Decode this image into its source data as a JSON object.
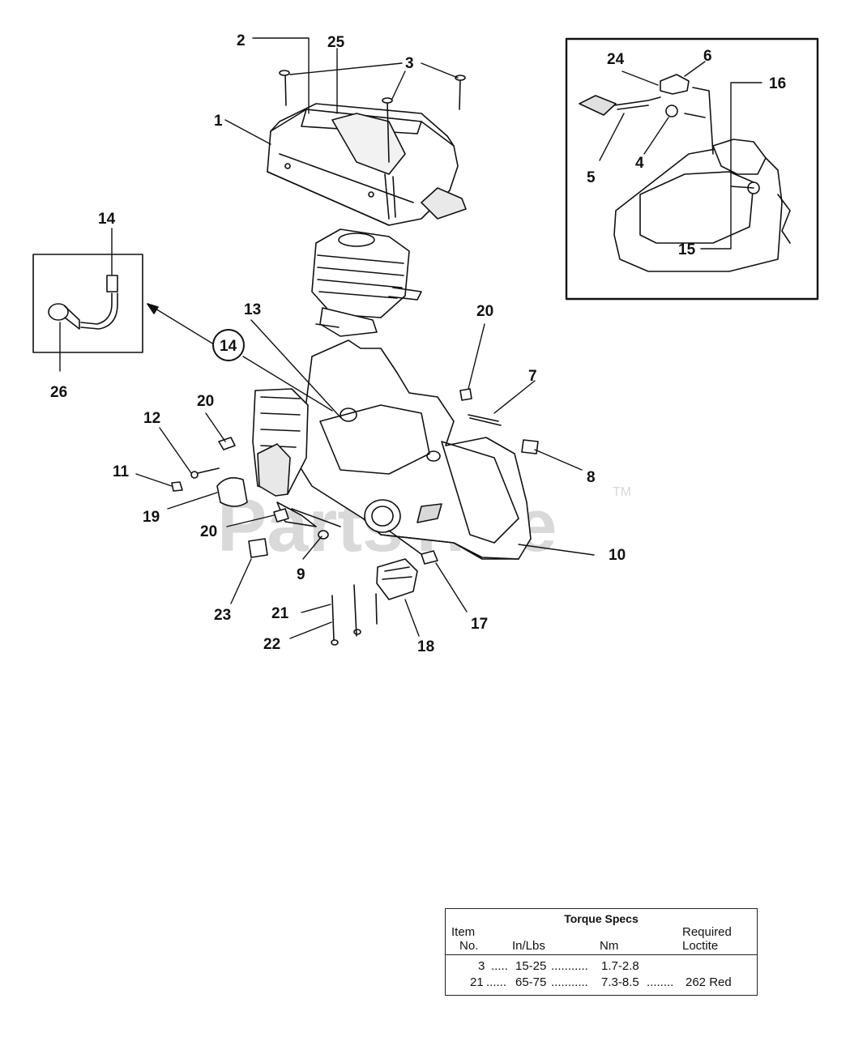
{
  "diagram": {
    "callouts": [
      "1",
      "2",
      "3",
      "4",
      "5",
      "6",
      "7",
      "8",
      "9",
      "10",
      "11",
      "12",
      "13",
      "14",
      "15",
      "16",
      "17",
      "18",
      "19",
      "20",
      "21",
      "22",
      "23",
      "24",
      "25",
      "26"
    ],
    "watermark": "PartsTree",
    "trademark": "TM"
  },
  "torque_table": {
    "title": "Torque Specs",
    "header_item_line1": "Item",
    "header_item_line2": "No.",
    "header_inlbs": "In/Lbs",
    "header_nm": "Nm",
    "header_loctite_line1": "Required",
    "header_loctite_line2": "Loctite",
    "rows": [
      {
        "item": "3",
        "dots1": ".....",
        "inlbs": "15-25",
        "dots2": "...........",
        "nm": "1.7-2.8",
        "dots3": "",
        "loctite": ""
      },
      {
        "item": "21",
        "dots1": "......",
        "inlbs": "65-75",
        "dots2": "...........",
        "nm": "7.3-8.5",
        "dots3": "........",
        "loctite": "262 Red"
      }
    ]
  }
}
